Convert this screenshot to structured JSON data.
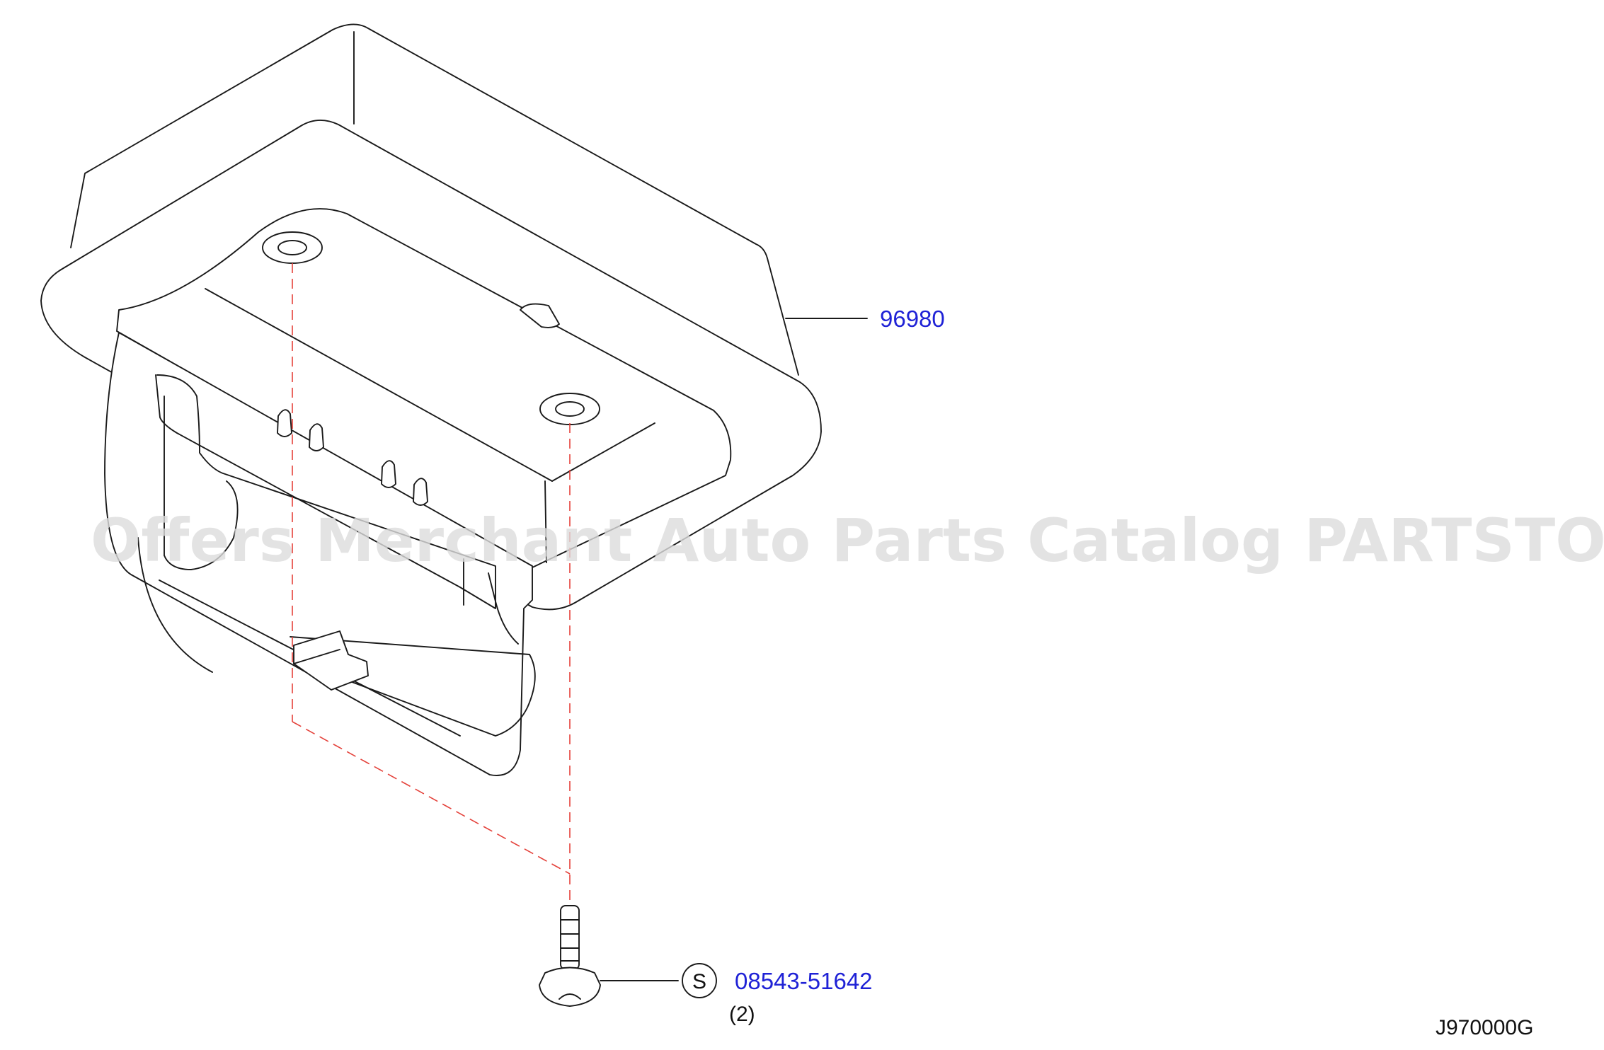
{
  "parts": [
    {
      "number": "96980"
    },
    {
      "symbol": "S",
      "number": "08543-51642",
      "quantity": "(2)"
    }
  ],
  "diagram_code": "J970000G",
  "watermark": "Offers Merchant Auto Parts Catalog PARTSTORE.SA",
  "colors": {
    "part_number": "#1f22d6",
    "guide_line": "#e4413a",
    "outline": "#1a1a1a",
    "watermark": "#dcdcdc"
  }
}
